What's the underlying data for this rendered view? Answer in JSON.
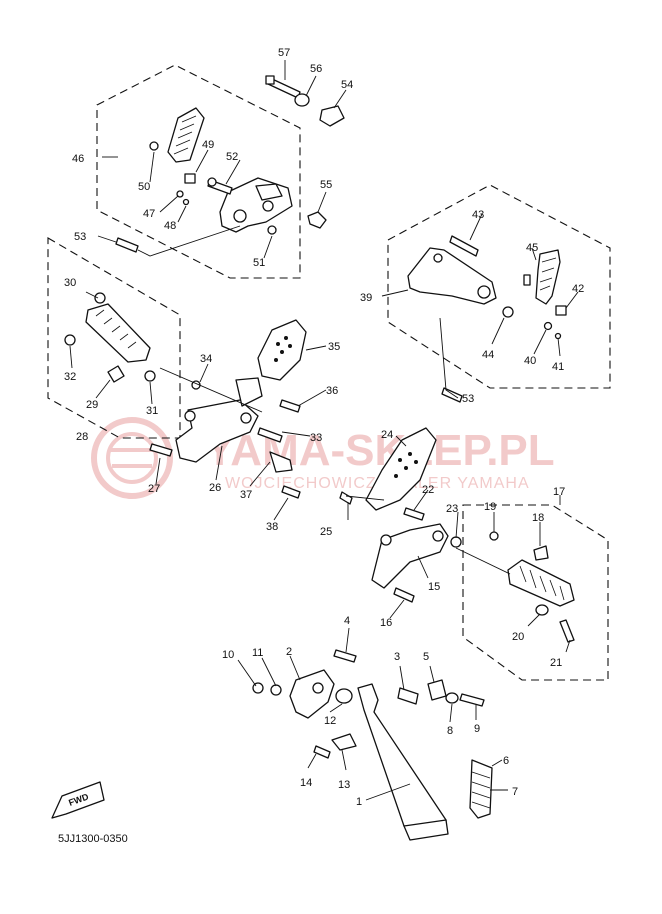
{
  "watermark": {
    "title": "YAMA-SKLEP.PL",
    "subtitle": "WOJCIECHOWICZ DEALER YAMAHA",
    "color": "#e8a0a0"
  },
  "diagram_code": "5JJ1300-0350",
  "fwd_label": "FWD",
  "callouts": [
    "1",
    "2",
    "3",
    "4",
    "5",
    "6",
    "7",
    "8",
    "9",
    "10",
    "11",
    "12",
    "13",
    "14",
    "15",
    "16",
    "17",
    "18",
    "19",
    "20",
    "21",
    "22",
    "23",
    "24",
    "25",
    "26",
    "27",
    "28",
    "29",
    "30",
    "31",
    "32",
    "33",
    "34",
    "35",
    "36",
    "37",
    "38",
    "39",
    "40",
    "41",
    "42",
    "43",
    "44",
    "45",
    "46",
    "47",
    "48",
    "49",
    "50",
    "51",
    "52",
    "53",
    "53",
    "54",
    "55",
    "56",
    "57"
  ]
}
